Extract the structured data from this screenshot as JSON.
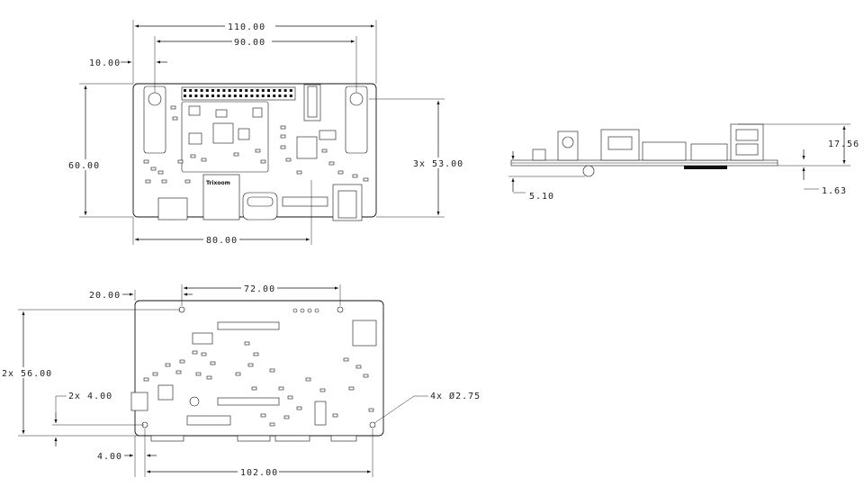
{
  "drawing": {
    "top_view": {
      "brand_label": "Trixoom",
      "dims": {
        "width_total": "110.00",
        "hole_span": "90.00",
        "hole_offset": "10.00",
        "height": "60.00",
        "hole_height": "3x 53.00",
        "bottom_span": "80.00"
      }
    },
    "side_view": {
      "dims": {
        "usb_height": "17.56",
        "board_thickness": "1.63",
        "underside_height": "5.10"
      }
    },
    "bottom_view": {
      "dims": {
        "top_offset": "20.00",
        "top_span": "72.00",
        "height_total": "2x 56.00",
        "edge_offset_small": "2x 4.00",
        "edge_offset_left": "4.00",
        "bottom_span": "102.00",
        "hole_diameter": "4x Ø2.75"
      }
    }
  }
}
